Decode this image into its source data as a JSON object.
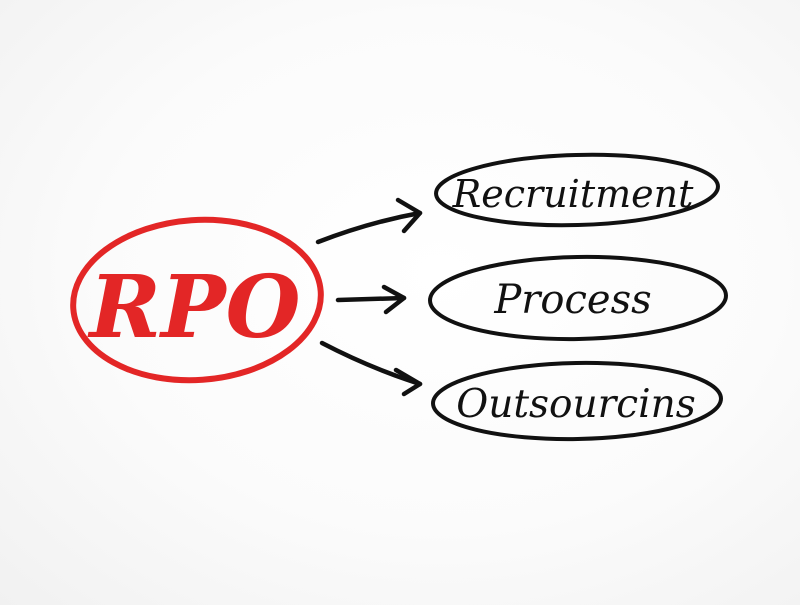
{
  "colors": {
    "accent": "#e32626",
    "ink": "#111111",
    "background": "#f7f7f7"
  },
  "center": {
    "label": "RPO"
  },
  "branches": [
    {
      "label": "Recruitment"
    },
    {
      "label": "Process"
    },
    {
      "label": "Outsourcins"
    }
  ]
}
